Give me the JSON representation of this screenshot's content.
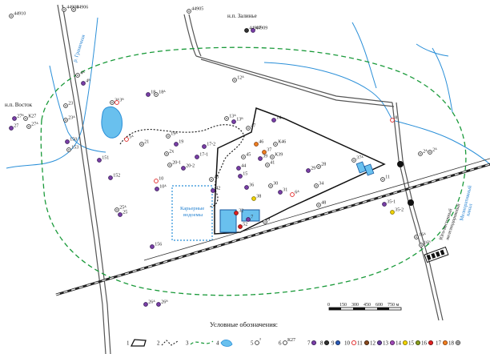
{
  "settlements": {
    "zalinye": "н.п. Залинье",
    "vostok": "н.п. Восток"
  },
  "water_labels": {
    "river_top_left": "р. Граничная",
    "quarry_ponds": [
      "Карьерные",
      "водоемы"
    ],
    "channel_right": [
      "Мелиоративный",
      "канал"
    ],
    "railway": [
      "Юго-восточный",
      "железнодорожный"
    ]
  },
  "scale": [
    "0",
    "150",
    "300",
    "450",
    "600",
    "750 м"
  ],
  "colors": {
    "water": "#2a8fd8",
    "boundary": "#1a9a3a",
    "pond_fill": "#69c0ee",
    "violet": "#7b3fa8",
    "orange": "#f08020",
    "yellow": "#f2d400",
    "red": "#e02020"
  },
  "wells": [
    {
      "id": "well-44910",
      "label": "44910",
      "type": "ring"
    },
    {
      "id": "well-44908",
      "label": "44908",
      "type": "ring"
    },
    {
      "id": "well-44906",
      "label": "44906",
      "type": "ring"
    },
    {
      "id": "well-44905",
      "label": "44905",
      "type": "ring"
    },
    {
      "id": "well-44907",
      "label": "44907",
      "type": "dark"
    },
    {
      "id": "well-44909",
      "label": "44909",
      "type": "violet"
    },
    {
      "id": "well-4A",
      "label": "4ᴬ",
      "type": "ring"
    },
    {
      "id": "well-4B",
      "label": "4ᴮ",
      "type": "violet"
    },
    {
      "id": "well-23",
      "label": "23",
      "type": "ring"
    },
    {
      "id": "well-23A",
      "label": "23ᴬ",
      "type": "ring"
    },
    {
      "id": "well-27B",
      "label": "27ᴮ",
      "type": "violet"
    },
    {
      "id": "well-K27",
      "label": "К27",
      "type": "ring"
    },
    {
      "id": "well-27",
      "label": "27",
      "type": "violet"
    },
    {
      "id": "well-27A",
      "label": "27ᴬ",
      "type": "ring"
    },
    {
      "id": "well-150",
      "label": "150",
      "type": "violet"
    },
    {
      "id": "well-153",
      "label": "153",
      "type": "ring"
    },
    {
      "id": "well-151",
      "label": "151",
      "type": "violet"
    },
    {
      "id": "well-12",
      "label": "12ᴬ",
      "type": "ring"
    },
    {
      "id": "well-3A",
      "label": "3ᴬ",
      "type": "ring"
    },
    {
      "id": "well-3B",
      "label": "3ᴮ",
      "type": "red-ring"
    },
    {
      "id": "well-18",
      "label": "18",
      "type": "violet"
    },
    {
      "id": "well-18A",
      "label": "18ᴬ",
      "type": "ring"
    },
    {
      "id": "well-13",
      "label": "13ᴬ",
      "type": "ring"
    },
    {
      "id": "well-13B",
      "label": "13ᴮ",
      "type": "violet"
    },
    {
      "id": "well-14",
      "label": "14",
      "type": "violet"
    },
    {
      "id": "well-8",
      "label": "8",
      "type": "red-ring"
    },
    {
      "id": "well-2",
      "label": "2ᴬ",
      "type": "ring"
    },
    {
      "id": "well-2A",
      "label": "2ᴬ",
      "type": "ring"
    },
    {
      "id": "well-5",
      "label": "5ᴬ",
      "type": "red-ring"
    },
    {
      "id": "well-21",
      "label": "21",
      "type": "ring"
    },
    {
      "id": "well-19",
      "label": "19",
      "type": "violet"
    },
    {
      "id": "well-19A",
      "label": "19ᴬ",
      "type": "ring"
    },
    {
      "id": "well-17-2",
      "label": "17-2",
      "type": "violet"
    },
    {
      "id": "well-17-1",
      "label": "17-1",
      "type": "violet"
    },
    {
      "id": "well-2x",
      "label": "2х",
      "type": "ring"
    },
    {
      "id": "well-20-1",
      "label": "20-1",
      "type": "ring"
    },
    {
      "id": "well-20-2",
      "label": "20-2",
      "type": "violet"
    },
    {
      "id": "well-10",
      "label": "10",
      "type": "red-ring"
    },
    {
      "id": "well-10A",
      "label": "10ᴬ",
      "type": "violet"
    },
    {
      "id": "well-152",
      "label": "152",
      "type": "violet"
    },
    {
      "id": "well-43",
      "label": "43",
      "type": "ring"
    },
    {
      "id": "well-42",
      "label": "42",
      "type": "violet"
    },
    {
      "id": "well-25",
      "label": "25",
      "type": "violet"
    },
    {
      "id": "well-25A",
      "label": "25ᴬ",
      "type": "ring"
    },
    {
      "id": "well-156",
      "label": "156",
      "type": "violet"
    },
    {
      "id": "well-26",
      "label": "26ᴬ",
      "type": "violet"
    },
    {
      "id": "well-26B",
      "label": "26ᴮ",
      "type": "violet"
    },
    {
      "id": "well-45",
      "label": "45",
      "type": "ring"
    },
    {
      "id": "well-46",
      "label": "46",
      "type": "orange"
    },
    {
      "id": "well-K46",
      "label": "К46",
      "type": "ring"
    },
    {
      "id": "well-37",
      "label": "37",
      "type": "orange"
    },
    {
      "id": "well-K39",
      "label": "К39",
      "type": "ring"
    },
    {
      "id": "well-39",
      "label": "39",
      "type": "violet"
    },
    {
      "id": "well-41",
      "label": "41",
      "type": "ring"
    },
    {
      "id": "well-44",
      "label": "44",
      "type": "violet"
    },
    {
      "id": "well-15",
      "label": "15",
      "type": "violet"
    },
    {
      "id": "well-29",
      "label": "29",
      "type": "violet"
    },
    {
      "id": "well-28",
      "label": "28",
      "type": "ring"
    },
    {
      "id": "well-37A",
      "label": "37ᴬ",
      "type": "ring"
    },
    {
      "id": "well-11",
      "label": "11",
      "type": "ring"
    },
    {
      "id": "well-36",
      "label": "36",
      "type": "violet"
    },
    {
      "id": "well-30",
      "label": "30",
      "type": "ring"
    },
    {
      "id": "well-31",
      "label": "31",
      "type": "violet"
    },
    {
      "id": "well-34",
      "label": "34",
      "type": "ring"
    },
    {
      "id": "well-38",
      "label": "38",
      "type": "yellow"
    },
    {
      "id": "well-6",
      "label": "6ᴬ",
      "type": "red-ring"
    },
    {
      "id": "well-48",
      "label": "48",
      "type": "ring"
    },
    {
      "id": "well-35-1",
      "label": "35-1",
      "type": "violet"
    },
    {
      "id": "well-35-2",
      "label": "35-2",
      "type": "yellow"
    },
    {
      "id": "well-16",
      "label": "16ᴬ",
      "type": "ring"
    },
    {
      "id": "well-16B",
      "label": "16ᴮ",
      "type": "ring"
    },
    {
      "id": "well-32",
      "label": "32",
      "type": "red"
    },
    {
      "id": "well-52",
      "label": "52",
      "type": "red"
    },
    {
      "id": "well-7",
      "label": "7",
      "type": "violet"
    },
    {
      "id": "well-9",
      "label": "9",
      "type": "ring"
    },
    {
      "id": "well-47",
      "label": "47",
      "type": "ring"
    }
  ],
  "legend": {
    "title": "Условные обозначения:",
    "items": [
      {
        "num": "1",
        "kind": "outline"
      },
      {
        "num": "2",
        "kind": "dotted-line"
      },
      {
        "num": "3",
        "kind": "dashed-green"
      },
      {
        "num": "4",
        "kind": "water"
      },
      {
        "num": "5",
        "kind": "mark5",
        "text": "³"
      },
      {
        "num": "6",
        "kind": "mark6",
        "text": "К27"
      },
      {
        "num": "7",
        "kind": "dot-violet"
      },
      {
        "num": "8",
        "kind": "dot-dark"
      },
      {
        "num": "9",
        "kind": "dot-blue"
      },
      {
        "num": "10",
        "kind": "ring-red"
      },
      {
        "num": "11",
        "kind": "dot-brown"
      },
      {
        "num": "12",
        "kind": "dot-violet2"
      },
      {
        "num": "13",
        "kind": "dot-purple"
      },
      {
        "num": "14",
        "kind": "dot-yellow"
      },
      {
        "num": "15",
        "kind": "dot-olive"
      },
      {
        "num": "16",
        "kind": "dot-red"
      },
      {
        "num": "17",
        "kind": "dot-orange"
      },
      {
        "num": "18",
        "kind": "ring-cross"
      }
    ]
  }
}
